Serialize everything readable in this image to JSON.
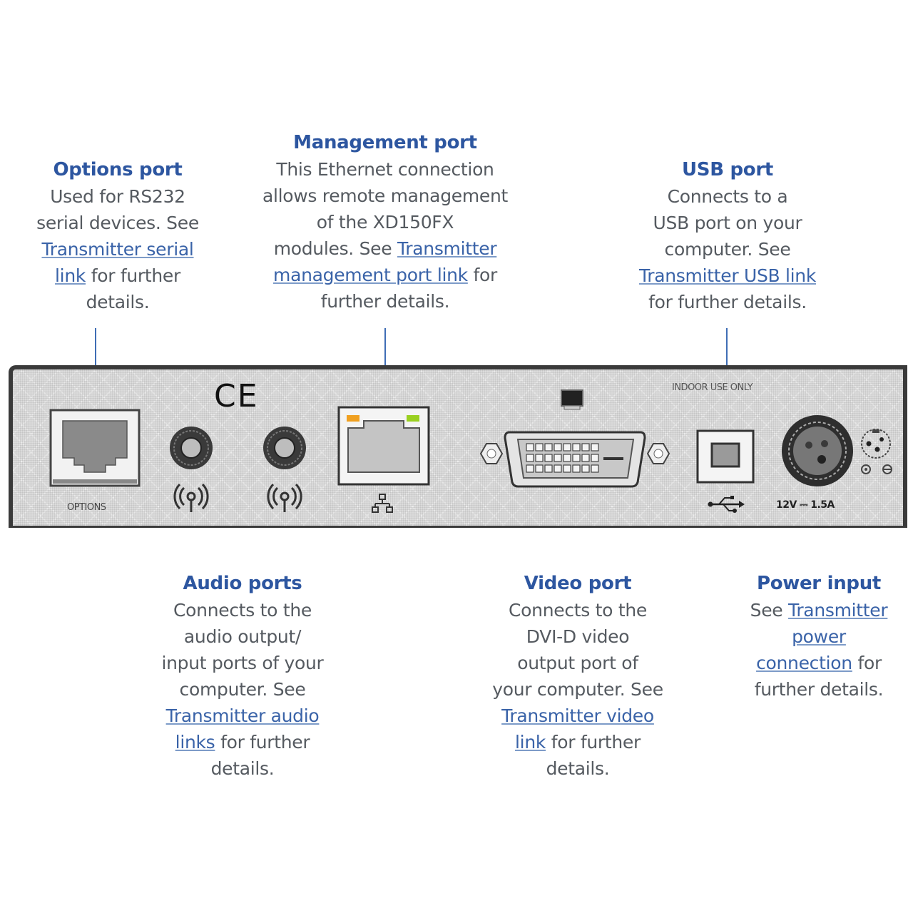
{
  "callouts": {
    "options": {
      "title": "Options port",
      "lines": [
        "Used for RS232",
        "serial devices. See"
      ],
      "link1": "Transmitter serial",
      "link2": "link",
      "after_link": " for further",
      "last": "details."
    },
    "management": {
      "title": "Management port",
      "lines": [
        "This Ethernet connection",
        "allows remote management",
        "of the XD150FX"
      ],
      "pre_link": "modules. See ",
      "link1": "Transmitter",
      "link2": "management port link",
      "after_link": " for",
      "last": "further details."
    },
    "usb": {
      "title": "USB port",
      "lines": [
        "Connects to a",
        "USB port on your",
        "computer. See"
      ],
      "link1": "Transmitter USB link",
      "last": "for further details."
    },
    "audio": {
      "title": "Audio ports",
      "lines": [
        "Connects to the",
        "audio output/",
        "input ports of your",
        "computer. See"
      ],
      "link1": "Transmitter audio",
      "link2": "links",
      "after_link": " for further",
      "last": "details."
    },
    "video": {
      "title": "Video port",
      "lines": [
        "Connects to the",
        "DVI-D video",
        "output port of",
        "your computer. See"
      ],
      "link1": "Transmitter video",
      "link2": "link",
      "after_link": " for further",
      "last": "details."
    },
    "power": {
      "title": "Power input",
      "pre_link": "See ",
      "link1": "Transmitter",
      "link2": "power",
      "link3": "connection",
      "after_link": " for",
      "last": "further details."
    }
  },
  "panel": {
    "options_label": "OPTIONS",
    "ce_mark": "CE",
    "indoor_label": "INDOOR USE ONLY",
    "power_rating": "12V ⎓ 1.5A",
    "led_left_color": "#f0a020",
    "led_right_color": "#9ad020"
  },
  "colors": {
    "heading": "#2d56a0",
    "body_text": "#555a60",
    "link": "#3a63a8",
    "leader_line": "#3f6db5"
  }
}
